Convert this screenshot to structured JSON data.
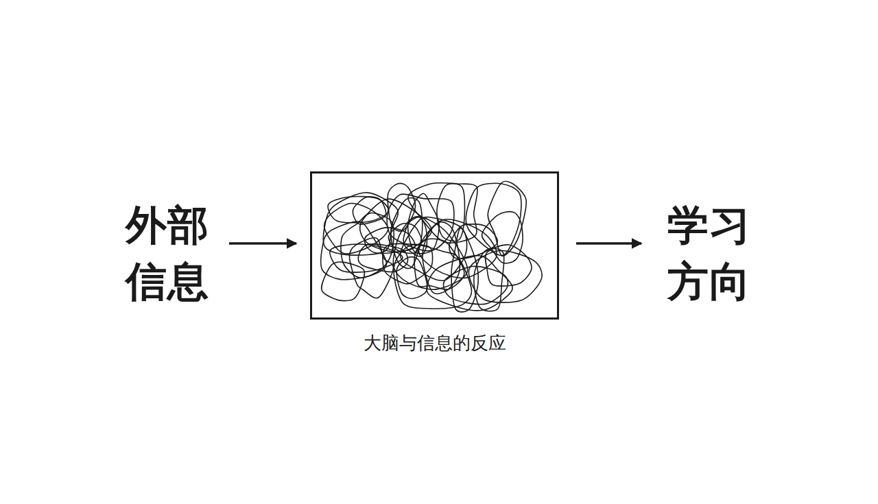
{
  "diagram": {
    "nodes": [
      {
        "text": [
          "外部信息"
        ]
      },
      {
        "text": [
          "大脑与信息的反应"
        ]
      },
      {
        "text": [
          "学习方向"
        ]
      }
    ],
    "edges": [
      {
        "from": 0,
        "to": 1,
        "arrow": "to"
      },
      {
        "from": 1,
        "to": 2,
        "arrow": "to"
      }
    ]
  }
}
